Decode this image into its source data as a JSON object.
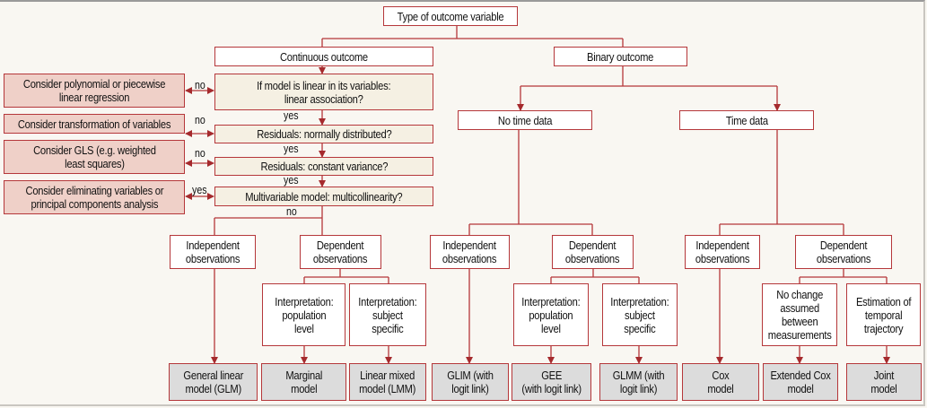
{
  "root": "Type of outcome variable",
  "continuous": {
    "title": "Continuous outcome",
    "checks": [
      "If model is linear in its variables:\nlinear association?",
      "Residuals: normally distributed?",
      "Residuals: constant variance?",
      "Multivariable model: multicollinearity?"
    ],
    "remedies": [
      "Consider polynomial or piecewise\nlinear regression",
      "Consider transformation of variables",
      "Consider GLS (e.g. weighted\nleast squares)",
      "Consider eliminating variables or\nprincipal components analysis"
    ],
    "remedy_labels": [
      "no",
      "no",
      "no",
      "yes"
    ],
    "flow_labels": [
      "yes",
      "yes",
      "yes",
      "no"
    ],
    "independent": "Independent\nobservations",
    "dependent": "Dependent\nobservations",
    "interp_population": "Interpretation:\npopulation\nlevel",
    "interp_subject": "Interpretation:\nsubject\nspecific",
    "models": [
      "General linear\nmodel (GLM)",
      "Marginal\nmodel",
      "Linear mixed\nmodel (LMM)"
    ]
  },
  "binary": {
    "title": "Binary outcome",
    "no_time": {
      "title": "No time data",
      "independent": "Independent\nobservations",
      "dependent": "Dependent\nobservations",
      "interp_population": "Interpretation:\npopulation\nlevel",
      "interp_subject": "Interpretation:\nsubject\nspecific",
      "models": [
        "GLIM (with\nlogit link)",
        "GEE\n(with logit link)",
        "GLMM (with\nlogit link)"
      ]
    },
    "time": {
      "title": "Time data",
      "independent": "Independent\nobservations",
      "dependent": "Dependent\nobservations",
      "no_change": "No change\nassumed\nbetween\nmeasurements",
      "trajectory": "Estimation of\ntemporal\ntrajectory",
      "models": [
        "Cox\nmodel",
        "Extended Cox\nmodel",
        "Joint\nmodel"
      ]
    }
  },
  "colors": {
    "line": "#b5373a",
    "remedy_fill": "#efd0c8",
    "check_fill": "#f5f0e3",
    "model_fill": "#dcdcdc",
    "background": "#f9f7f2"
  }
}
